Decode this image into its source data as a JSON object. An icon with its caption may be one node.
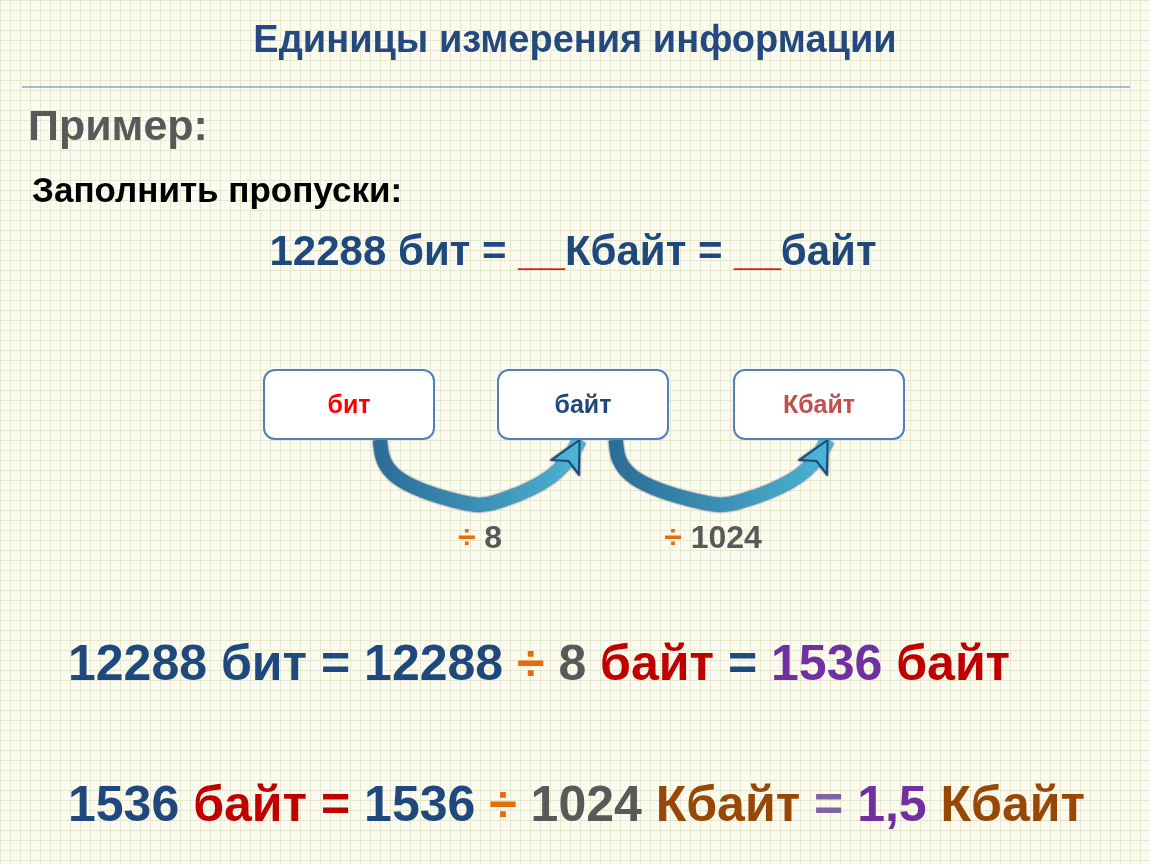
{
  "diagram": {
    "title": "Единицы измерения информации",
    "nodes": [
      {
        "text": [
          "бит"
        ]
      },
      {
        "text": [
          "байт"
        ]
      },
      {
        "text": [
          "Кбайт"
        ]
      }
    ],
    "edges": [
      {
        "from": 0,
        "to": 1,
        "arrow": "to",
        "label": "÷ 8"
      },
      {
        "from": 1,
        "to": 2,
        "arrow": "to",
        "label": "÷ 1024"
      }
    ],
    "labels": [
      "Пример:",
      "Заполнить пропуски:",
      "12288 бит = __Кбайт = __байт",
      "12288 бит = 12288 ÷ 8 байт = 1536 байт",
      "1536 байт = 1536 ÷ 1024 Кбайт = 1,5 Кбайт"
    ]
  }
}
